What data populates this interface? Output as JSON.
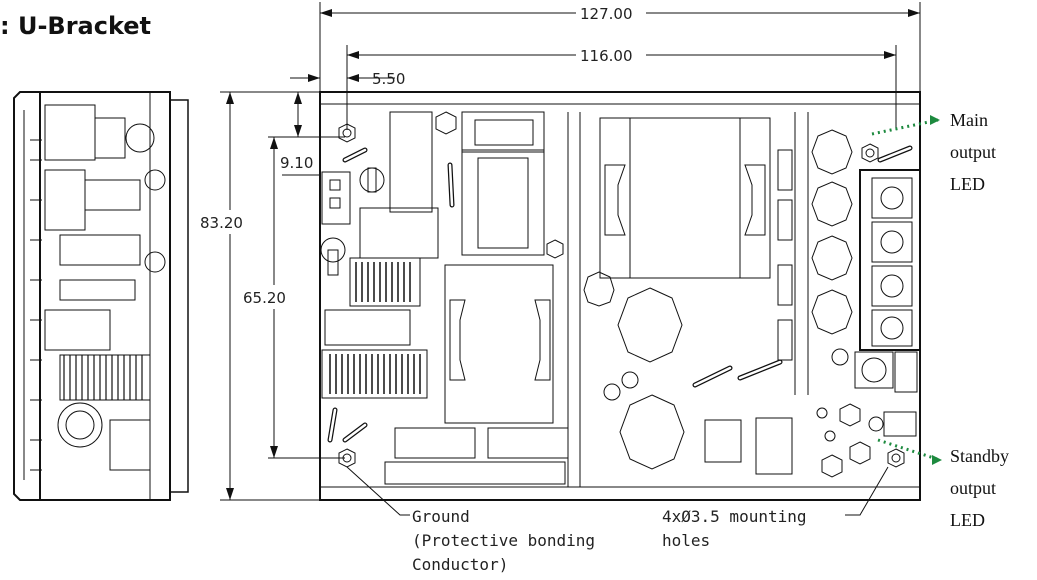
{
  "title": "U-Bracket",
  "dimensions": {
    "overall_width": "127.00",
    "hole_spacing": "116.00",
    "hole_offset_x": "5.50",
    "hole_offset_y": "9.10",
    "overall_height": "83.20",
    "hole_spacing_y": "65.20"
  },
  "callouts": {
    "ground_line1": "Ground",
    "ground_line2": "(Protective bonding",
    "ground_line3": "Conductor)",
    "mounting_line1": "4xØ3.5 mounting",
    "mounting_line2": "holes"
  },
  "leds": {
    "main_line1": "Main",
    "main_line2": "output",
    "main_line3": "LED",
    "standby_line1": "Standby",
    "standby_line2": "output",
    "standby_line3": "LED"
  },
  "colors": {
    "leader": "#1d8a3f",
    "ink": "#111111"
  }
}
